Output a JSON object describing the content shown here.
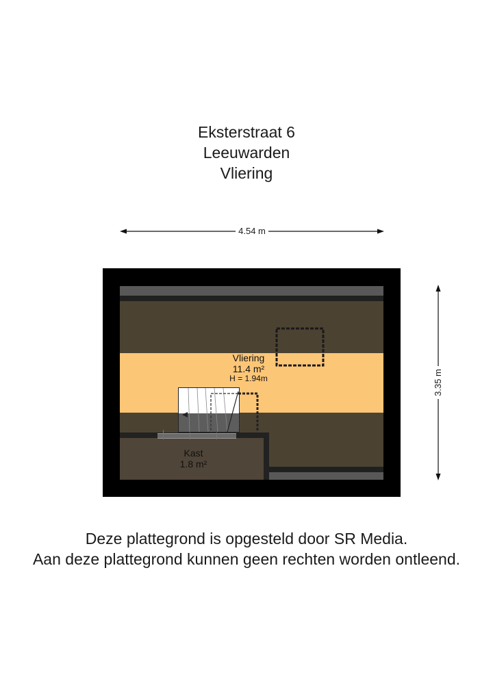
{
  "header": {
    "address": "Eksterstraat 6",
    "city": "Leeuwarden",
    "floor": "Vliering"
  },
  "dimensions": {
    "width": "4.54 m",
    "depth": "3.35 m"
  },
  "rooms": [
    {
      "name": "Vliering",
      "area": "11.4 m²",
      "height": "H = 1.94m"
    },
    {
      "name": "Kast",
      "area": "1.8 m²"
    }
  ],
  "footer": {
    "line1": "Deze plattegrond is opgesteld door SR Media.",
    "line2": "Aan deze plattegrond kunnen geen rechten worden ontleend."
  },
  "colors": {
    "wall": "#000000",
    "roof_slope": "#4b4232",
    "usable_floor": "#fcc677",
    "gray_strip": "#5a5a5a",
    "dark_band": "#222222",
    "kast_floor": "#4f4538"
  }
}
